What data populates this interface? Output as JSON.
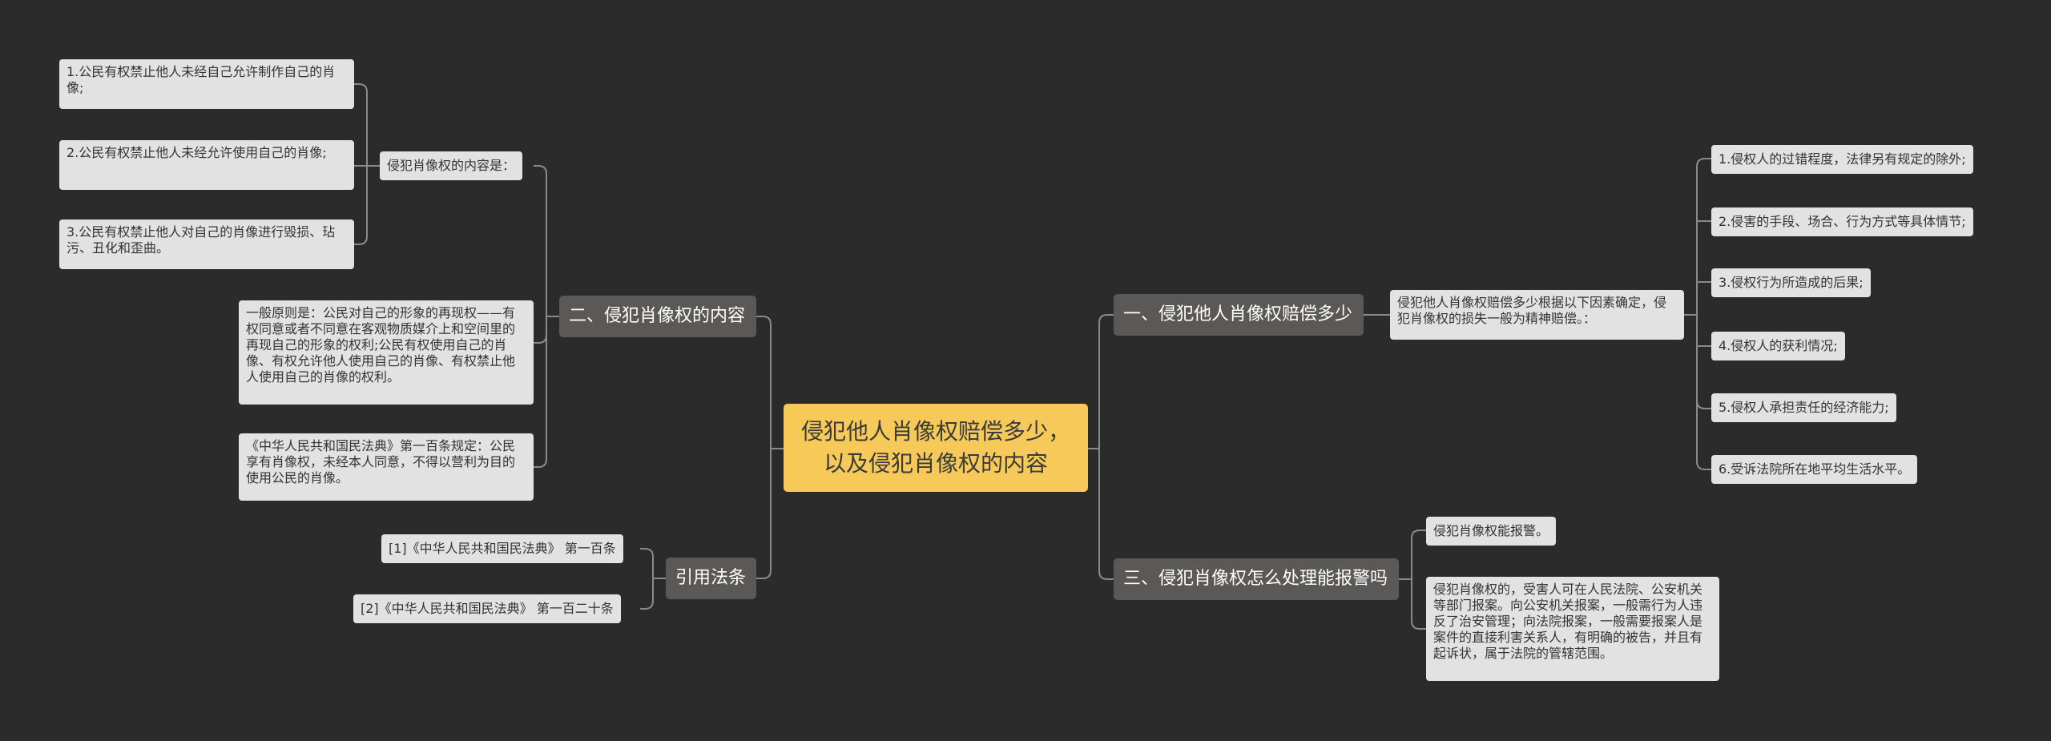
{
  "colors": {
    "background": "#2b2b2b",
    "root": "#f6c958",
    "branch": "#5a5958",
    "leaf": "#e2e2e2",
    "line": "#8a8a8a"
  },
  "root": {
    "title": "侵犯他人肖像权赔偿多少，以及侵犯肖像权的内容"
  },
  "branch1": {
    "label": "一、侵犯他人肖像权赔偿多少",
    "intro": "侵犯他人肖像权赔偿多少根据以下因素确定，侵犯肖像权的损失一般为精神赔偿。：",
    "items": [
      "1.侵权人的过错程度，法律另有规定的除外;",
      "2.侵害的手段、场合、行为方式等具体情节;",
      "3.侵权行为所造成的后果;",
      "4.侵权人的获利情况;",
      "5.侵权人承担责任的经济能力;",
      "6.受诉法院所在地平均生活水平。"
    ]
  },
  "branch2": {
    "label": "二、侵犯肖像权的内容",
    "sub_label": "侵犯肖像权的内容是：",
    "sub_items": [
      "1.公民有权禁止他人未经自己允许制作自己的肖像;",
      "2.公民有权禁止他人未经允许使用自己的肖像;",
      "3.公民有权禁止他人对自己的肖像进行毁损、玷污、丑化和歪曲。"
    ],
    "principle": "一般原则是：公民对自己的形象的再现权——有权同意或者不同意在客观物质媒介上和空间里的再现自己的形象的权利;公民有权使用自己的肖像、有权允许他人使用自己的肖像、有权禁止他人使用自己的肖像的权利。",
    "law": "《中华人民共和国民法典》第一百条规定：公民享有肖像权，未经本人同意，不得以营利为目的使用公民的肖像。"
  },
  "branch3": {
    "label": "三、侵犯肖像权怎么处理能报警吗",
    "items": [
      "侵犯肖像权能报警。",
      "侵犯肖像权的，受害人可在人民法院、公安机关等部门报案。向公安机关报案，一般需行为人违反了治安管理；向法院报案，一般需要报案人是案件的直接利害关系人，有明确的被告，并且有起诉状，属于法院的管辖范围。"
    ]
  },
  "branch4": {
    "label": "引用法条",
    "items": [
      "[1]《中华人民共和国民法典》 第一百条",
      "[2]《中华人民共和国民法典》 第一百二十条"
    ]
  }
}
